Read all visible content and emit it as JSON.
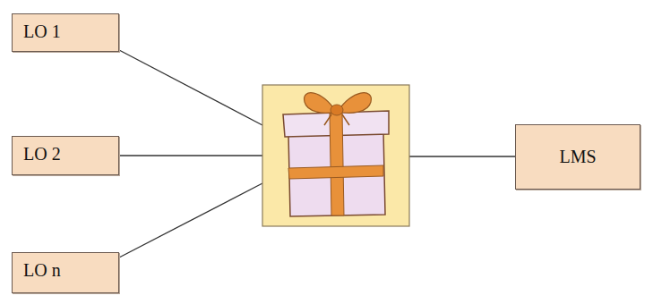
{
  "diagram": {
    "nodes": [
      {
        "text": [
          "LO 1"
        ]
      },
      {
        "text": [
          "LO 2"
        ]
      },
      {
        "text": [
          "LO n"
        ]
      },
      {
        "text": [
          "LMS"
        ]
      }
    ]
  }
}
